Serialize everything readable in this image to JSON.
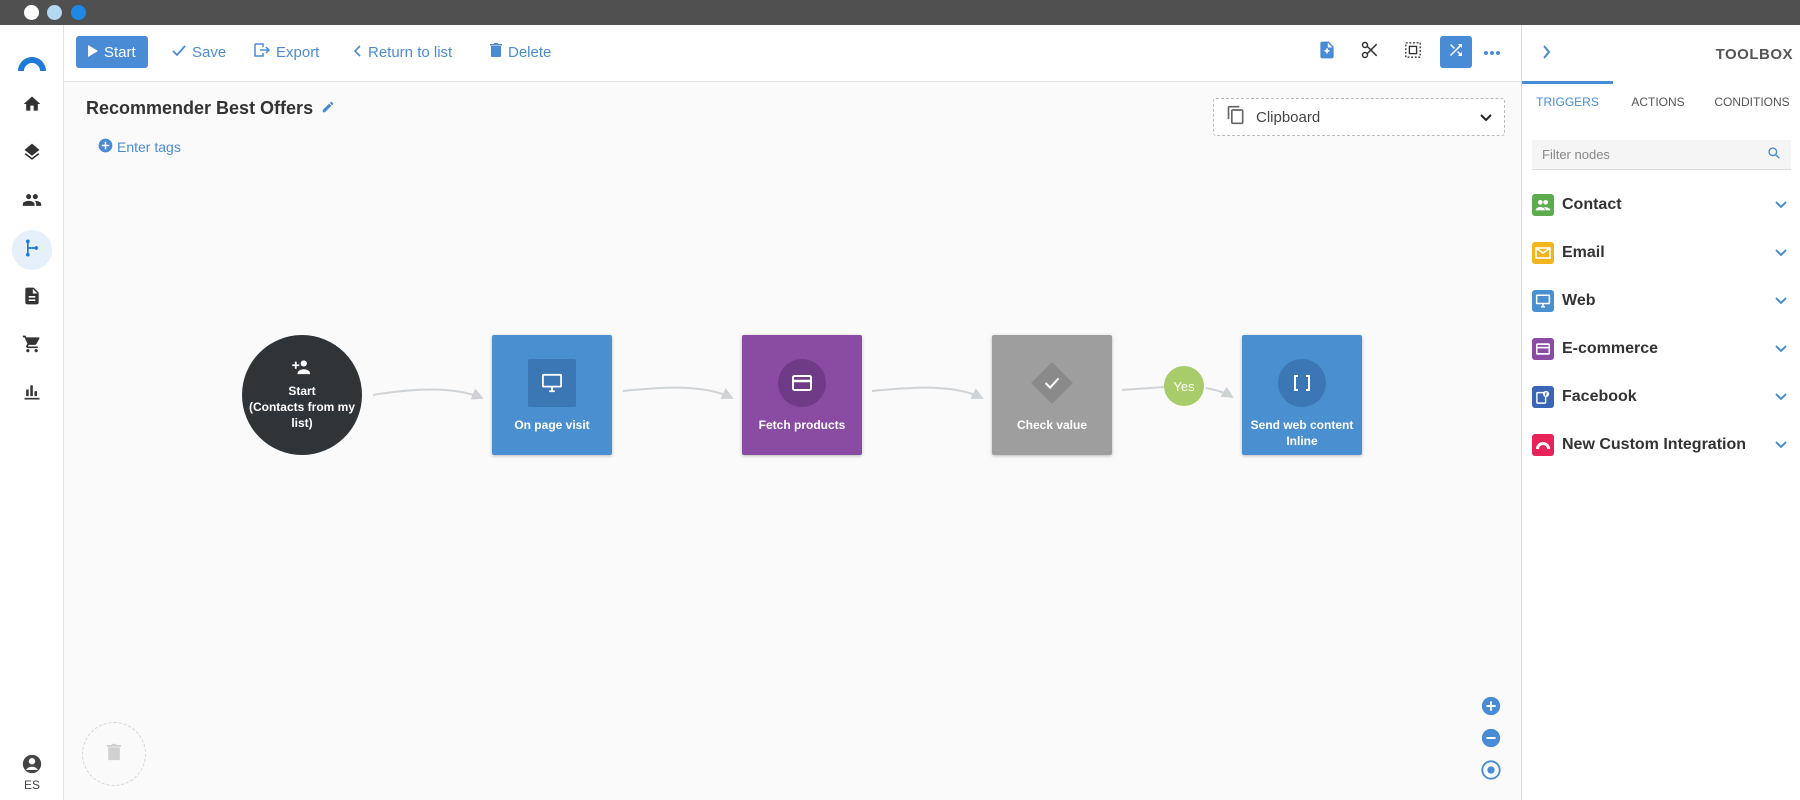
{
  "toolbar": {
    "start_label": "Start",
    "save_label": "Save",
    "export_label": "Export",
    "return_label": "Return to list",
    "delete_label": "Delete"
  },
  "sidebar": {
    "user_lang": "ES",
    "items": [
      "home-icon",
      "layers-icon",
      "contacts-icon",
      "automation-icon",
      "document-icon",
      "cart-icon",
      "reports-icon"
    ]
  },
  "flow": {
    "title": "Recommender Best Offers",
    "tags_label": "Enter tags",
    "clipboard_label": "Clipboard",
    "yes_label": "Yes",
    "nodes": [
      {
        "label_line1": "Start",
        "label_line2": "(Contacts from my",
        "label_line3": "list)",
        "color": "#2f3439"
      },
      {
        "label": "On page visit",
        "color": "#4a8fd0"
      },
      {
        "label": "Fetch products",
        "color": "#8a4ba3"
      },
      {
        "label": "Check value",
        "color": "#9e9e9e"
      },
      {
        "label_line1": "Send web content",
        "label_line2": "Inline",
        "color": "#4a8fd0"
      }
    ]
  },
  "toolbox": {
    "title": "TOOLBOX",
    "tabs": [
      "TRIGGERS",
      "ACTIONS",
      "CONDITIONS"
    ],
    "filter_placeholder": "Filter nodes",
    "categories": [
      {
        "label": "Contact",
        "color": "#5cab4f"
      },
      {
        "label": "Email",
        "color": "#f2b51c"
      },
      {
        "label": "Web",
        "color": "#4a8fd0"
      },
      {
        "label": "E-commerce",
        "color": "#8a4ba3"
      },
      {
        "label": "Facebook",
        "color": "#3b66b5"
      },
      {
        "label": "New Custom Integration",
        "color": "#e8235a"
      }
    ]
  },
  "colors": {
    "accent": "#4a8bd6",
    "titlebar": "#505050"
  }
}
